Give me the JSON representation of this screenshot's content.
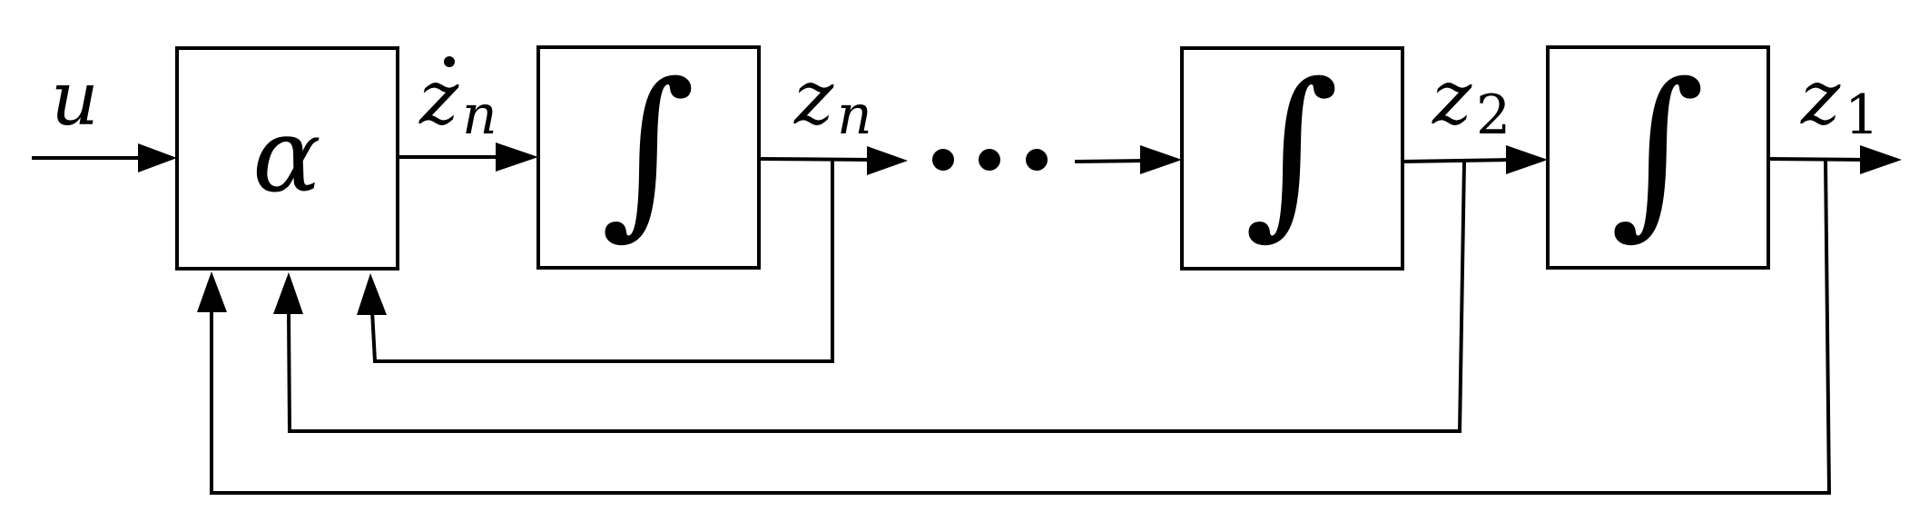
{
  "diagram": {
    "input_label": "u",
    "controller_label": "α",
    "integrator_symbol": "∫",
    "signals": {
      "zn_dot_base": "z",
      "zn_dot_sub": "n",
      "zn_base": "z",
      "zn_sub": "n",
      "z2_base": "z",
      "z2_sub": "2",
      "z1_base": "z",
      "z1_sub": "1"
    },
    "ellipsis": "•••"
  }
}
